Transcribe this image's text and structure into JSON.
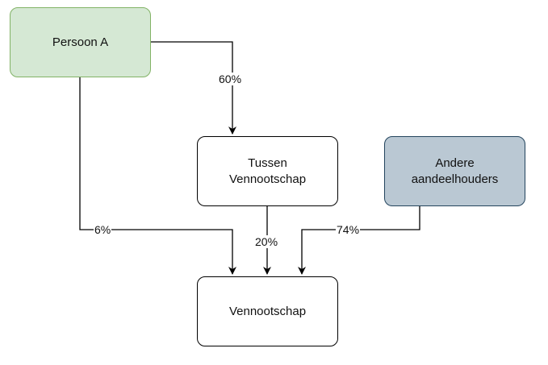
{
  "diagram": {
    "nodes": {
      "persoon_a": {
        "lines": [
          "Persoon A"
        ],
        "fill": "#d5e8d4",
        "stroke": "#82b366"
      },
      "tussen": {
        "lines": [
          "Tussen",
          "Vennootschap"
        ],
        "fill": "#ffffff",
        "stroke": "#000000"
      },
      "andere": {
        "lines": [
          "Andere",
          "aandeelhouders"
        ],
        "fill": "#bac8d3",
        "stroke": "#23445d"
      },
      "vennootschap": {
        "lines": [
          "Vennootschap"
        ],
        "fill": "#ffffff",
        "stroke": "#000000"
      }
    },
    "edges": {
      "a_to_tussen": {
        "from": "Persoon A",
        "to": "Tussen Vennootschap",
        "label": "60%"
      },
      "a_to_venn": {
        "from": "Persoon A",
        "to": "Vennootschap",
        "label": "6%"
      },
      "tussen_to_venn": {
        "from": "Tussen Vennootschap",
        "to": "Vennootschap",
        "label": "20%"
      },
      "andere_to_venn": {
        "from": "Andere aandeelhouders",
        "to": "Vennootschap",
        "label": "74%"
      }
    }
  }
}
